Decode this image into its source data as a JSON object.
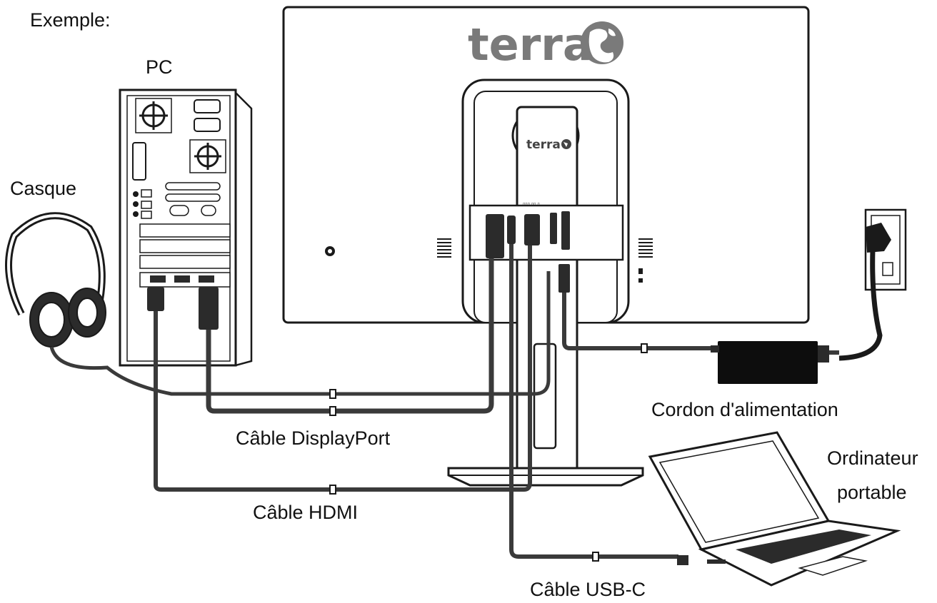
{
  "labels": {
    "example": "Exemple:",
    "pc": "PC",
    "headset": "Casque",
    "power_cord": "Cordon d'alimentation",
    "displayport_cable": "Câble DisplayPort",
    "hdmi_cable": "Câble HDMI",
    "usbc_cable": "Câble USB-C",
    "laptop_line1": "Ordinateur",
    "laptop_line2": "portable"
  },
  "logos": {
    "monitor_back": "terra",
    "stand_neck": "terra"
  },
  "colors": {
    "line": "#1a1a1a",
    "cable": "#3a3a3a",
    "logo_gray": "#7a7a7a",
    "adapter": "#0d0d0d"
  }
}
